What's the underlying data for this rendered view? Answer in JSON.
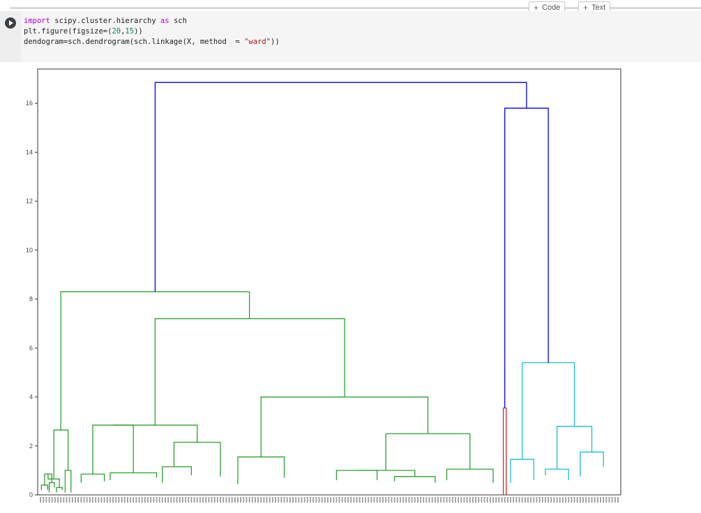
{
  "toolbar": {
    "code_label": "Code",
    "text_label": "Text",
    "plus": "+"
  },
  "cell": {
    "line1": {
      "kw_import": "import",
      "module": " scipy.cluster.hierarchy ",
      "kw_as": "as",
      "alias": " sch"
    },
    "line2": {
      "pre": "plt.figure(figsize=(",
      "n1": "20",
      "comma": ",",
      "n2": "15",
      "post": "))"
    },
    "line3": {
      "pre": "dendogram=sch.dendrogram(sch.linkage(X, method  = ",
      "str": "\"ward\"",
      "post": "))"
    }
  },
  "colors": {
    "green": "#2ca02c",
    "red": "#d62728",
    "cyan": "#17becf",
    "blue": "#0000ff"
  },
  "chart_data": {
    "type": "dendrogram",
    "ylim": [
      0,
      17.4
    ],
    "yticks": [
      0,
      2,
      4,
      6,
      8,
      10,
      12,
      14,
      16
    ],
    "grid": false,
    "n_leaves": 200,
    "links": [
      {
        "x1": 0.3,
        "x2": 2.5,
        "y1": 0.2,
        "y2": 0.2,
        "h": 0.4,
        "c": "green"
      },
      {
        "x1": 3.0,
        "x2": 4.8,
        "y1": 0.1,
        "y2": 0.3,
        "h": 0.5,
        "c": "green"
      },
      {
        "x1": 5.5,
        "x2": 7.5,
        "y1": 0.1,
        "y2": 0.2,
        "h": 0.3,
        "c": "green"
      },
      {
        "x1": 1.4,
        "x2": 3.9,
        "y1": 0.4,
        "y2": 0.5,
        "h": 0.85,
        "c": "green"
      },
      {
        "x1": 2.6,
        "x2": 6.5,
        "y1": 0.85,
        "y2": 0.3,
        "h": 0.65,
        "c": "green"
      },
      {
        "x1": 8.5,
        "x2": 10.5,
        "y1": 0.1,
        "y2": 0.1,
        "h": 1.0,
        "c": "green"
      },
      {
        "x1": 4.6,
        "x2": 9.5,
        "y1": 0.65,
        "y2": 1.0,
        "h": 2.65,
        "c": "green"
      },
      {
        "x1": 14.0,
        "x2": 22.0,
        "y1": 0.5,
        "y2": 0.55,
        "h": 0.85,
        "c": "green"
      },
      {
        "x1": 24.0,
        "x2": 40.0,
        "y1": 0.6,
        "y2": 0.7,
        "h": 0.9,
        "c": "green"
      },
      {
        "x1": 18.0,
        "x2": 32.0,
        "y1": 0.85,
        "y2": 0.9,
        "h": 2.85,
        "c": "green"
      },
      {
        "x1": 42.0,
        "x2": 52.0,
        "y1": 0.5,
        "y2": 0.8,
        "h": 1.15,
        "c": "green"
      },
      {
        "x1": 46.0,
        "x2": 62.0,
        "y1": 1.15,
        "y2": 0.75,
        "h": 2.15,
        "c": "green"
      },
      {
        "x1": 25.0,
        "x2": 54.0,
        "y1": 2.85,
        "y2": 2.15,
        "h": 2.85,
        "c": "green"
      },
      {
        "x1": 68.0,
        "x2": 84.0,
        "y1": 0.45,
        "y2": 0.7,
        "h": 1.55,
        "c": "green"
      },
      {
        "x1": 102.0,
        "x2": 116.0,
        "y1": 0.6,
        "y2": 0.6,
        "h": 1.0,
        "c": "green"
      },
      {
        "x1": 122.0,
        "x2": 136.0,
        "y1": 0.55,
        "y2": 0.5,
        "h": 0.75,
        "c": "green"
      },
      {
        "x1": 109.0,
        "x2": 129.0,
        "y1": 1.0,
        "y2": 0.75,
        "h": 1.0,
        "c": "green"
      },
      {
        "x1": 140.0,
        "x2": 156.0,
        "y1": 0.6,
        "y2": 0.5,
        "h": 1.05,
        "c": "green"
      },
      {
        "x1": 119.0,
        "x2": 148.0,
        "y1": 1.0,
        "y2": 1.05,
        "h": 2.5,
        "c": "green"
      },
      {
        "x1": 76.0,
        "x2": 133.5,
        "y1": 1.55,
        "y2": 2.5,
        "h": 4.0,
        "c": "green"
      },
      {
        "x1": 39.5,
        "x2": 104.8,
        "y1": 2.85,
        "y2": 4.0,
        "h": 7.2,
        "c": "green"
      },
      {
        "x1": 7.0,
        "x2": 72.0,
        "y1": 2.65,
        "y2": 7.2,
        "h": 8.3,
        "c": "green"
      },
      {
        "x1": 159.5,
        "x2": 160.5,
        "y1": 0.0,
        "y2": 0.0,
        "h": 3.55,
        "c": "red"
      },
      {
        "x1": 162.0,
        "x2": 170.0,
        "y1": 0.5,
        "y2": 0.6,
        "h": 1.45,
        "c": "cyan"
      },
      {
        "x1": 174.0,
        "x2": 182.0,
        "y1": 0.8,
        "y2": 0.6,
        "h": 1.05,
        "c": "cyan"
      },
      {
        "x1": 186.0,
        "x2": 194.0,
        "y1": 0.75,
        "y2": 1.15,
        "h": 1.75,
        "c": "cyan"
      },
      {
        "x1": 178.0,
        "x2": 190.0,
        "y1": 1.05,
        "y2": 1.75,
        "h": 2.8,
        "c": "cyan"
      },
      {
        "x1": 166.0,
        "x2": 184.0,
        "y1": 1.45,
        "y2": 2.8,
        "h": 5.4,
        "c": "cyan"
      },
      {
        "x1": 160.0,
        "x2": 175.0,
        "y1": 3.55,
        "y2": 5.4,
        "h": 15.8,
        "c": "blue"
      },
      {
        "x1": 39.5,
        "x2": 167.5,
        "y1": 8.3,
        "y2": 15.8,
        "h": 16.85,
        "c": "blue"
      }
    ]
  }
}
